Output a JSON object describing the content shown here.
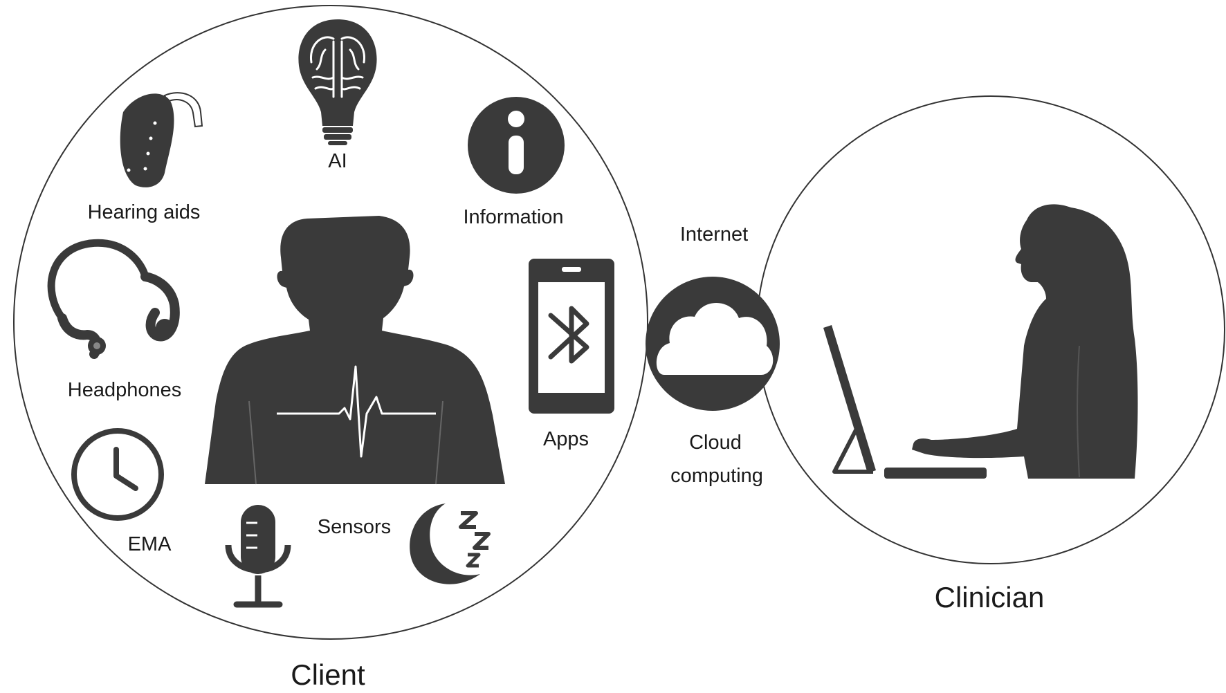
{
  "labels": {
    "hearing_aids": "Hearing aids",
    "ai": "AI",
    "information": "Information",
    "headphones": "Headphones",
    "apps": "Apps",
    "ema": "EMA",
    "sensors": "Sensors",
    "internet": "Internet",
    "cloud": "Cloud",
    "computing": "computing",
    "client": "Client",
    "clinician": "Clinician"
  },
  "icons": [
    "hearing-aid-icon",
    "brain-bulb-icon",
    "information-icon",
    "headphones-icon",
    "person-silhouette-icon",
    "heartbeat-icon",
    "smartphone-icon",
    "bluetooth-icon",
    "clock-icon",
    "microphone-icon",
    "moon-sleep-icon",
    "cloud-icon",
    "clinician-silhouette-icon",
    "computer-icon"
  ],
  "colors": {
    "icon_fill": "#3a3a3a",
    "line": "#333333",
    "background": "#ffffff"
  }
}
